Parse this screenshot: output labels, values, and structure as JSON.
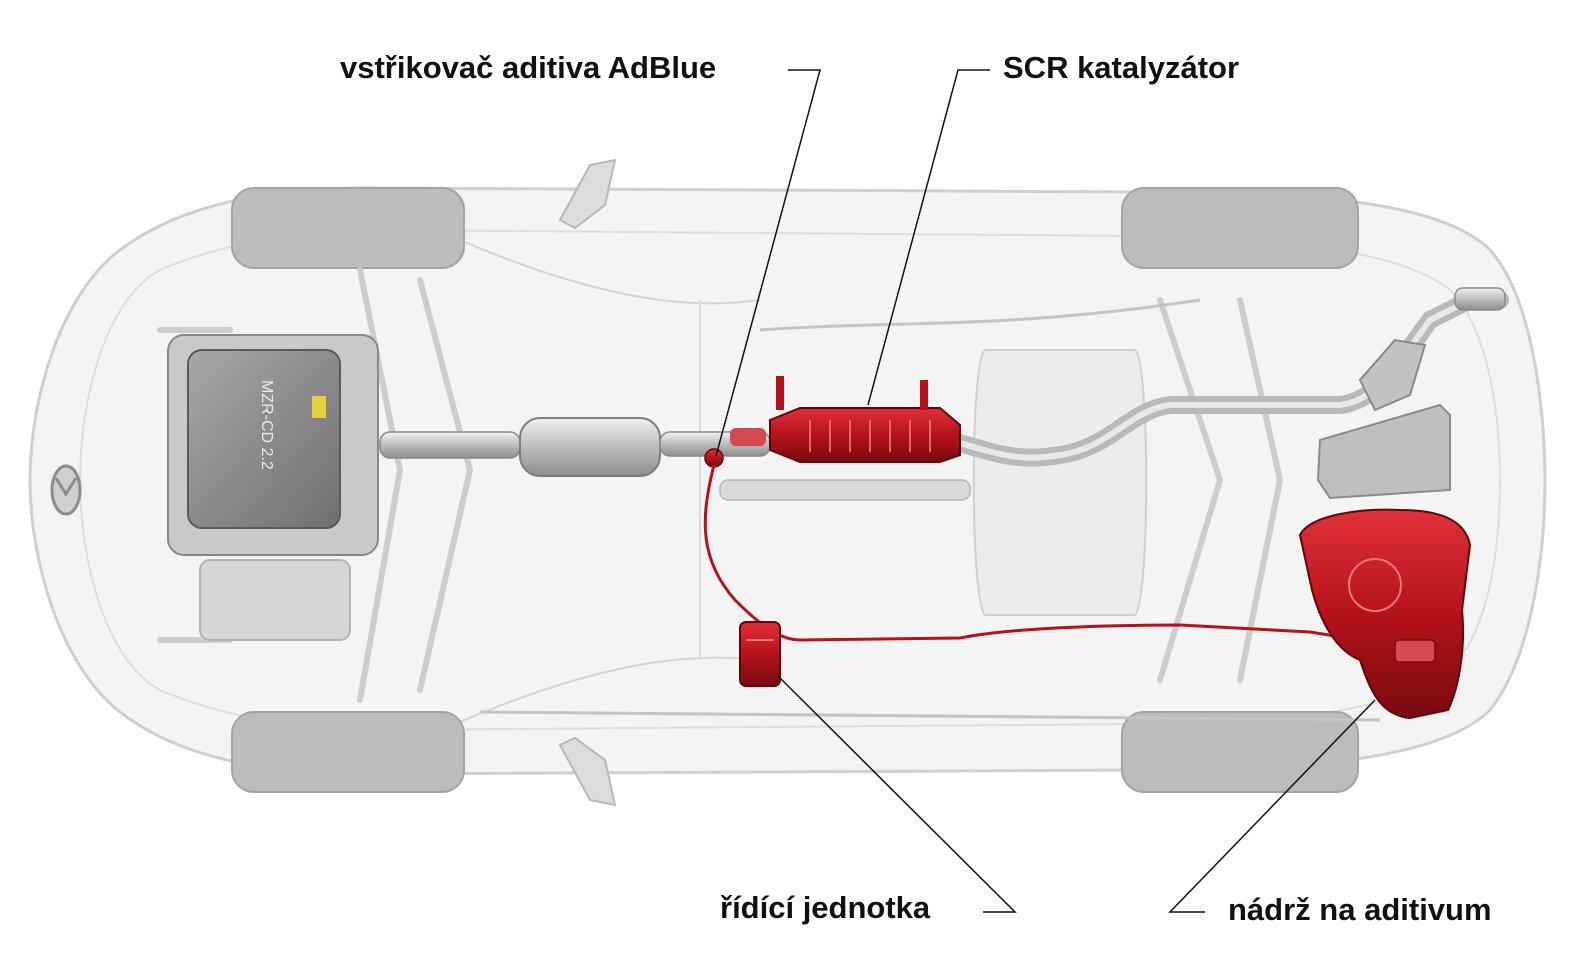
{
  "callouts": {
    "adblue_injector": "vstřikovač aditiva AdBlue",
    "scr_catalyst": "SCR katalyzátor",
    "control_unit": "řídící jednotka",
    "additive_tank": "nádrž na aditivum"
  },
  "engine_cover_text": "MZR-CD 2.2",
  "colors": {
    "highlight": "#c8151d",
    "body": "#e6e6e6",
    "wheel": "#b5b5b5",
    "component": "#9a9a9a",
    "leader": "#111111"
  }
}
